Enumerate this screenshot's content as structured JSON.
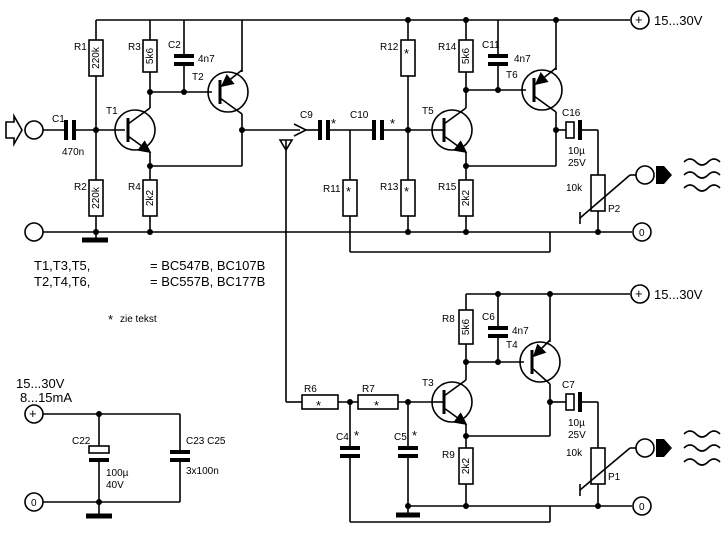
{
  "supply": {
    "main": "15...30V",
    "rail2": "15...30V",
    "psu_v": "15...30V",
    "psu_i": "8...15mA",
    "plus": "+",
    "zero": "0"
  },
  "components": {
    "R1": "R1",
    "R1v": "220k",
    "R2": "R2",
    "R2v": "220k",
    "R3": "R3",
    "R3v": "5k6",
    "R4": "R4",
    "R4v": "2k2",
    "C1": "C1",
    "C1v": "470n",
    "C2": "C2",
    "C2v": "4n7",
    "T1": "T1",
    "T2": "T2",
    "C9": "C9",
    "C10": "C10",
    "R11": "R11",
    "R12": "R12",
    "R13": "R13",
    "R14": "R14",
    "R14v": "5k6",
    "R15": "R15",
    "R15v": "2k2",
    "C11": "C11",
    "C11v": "4n7",
    "T5": "T5",
    "T6": "T6",
    "C16": "C16",
    "C16v": "10µ",
    "C16v2": "25V",
    "P2": "P2",
    "P2v": "10k",
    "R6": "R6",
    "R7": "R7",
    "C4": "C4",
    "C5": "C5",
    "R8": "R8",
    "R8v": "5k6",
    "C6": "C6",
    "C6v": "4n7",
    "T3": "T3",
    "T4": "T4",
    "R9": "R9",
    "R9v": "2k2",
    "C7": "C7",
    "C7v": "10µ",
    "C7v2": "25V",
    "P1": "P1",
    "P1v": "10k",
    "C22": "C22",
    "C22v": "100µ",
    "C22v2": "40V",
    "C23": "C23   C25",
    "C23v": "3x100n",
    "star": "*"
  },
  "legend": {
    "l1a": "T1,T3,T5,",
    "l1b": "= BC547B, BC107B",
    "l2a": "T2,T4,T6,",
    "l2b": "= BC557B, BC177B",
    "note": "zie tekst"
  }
}
